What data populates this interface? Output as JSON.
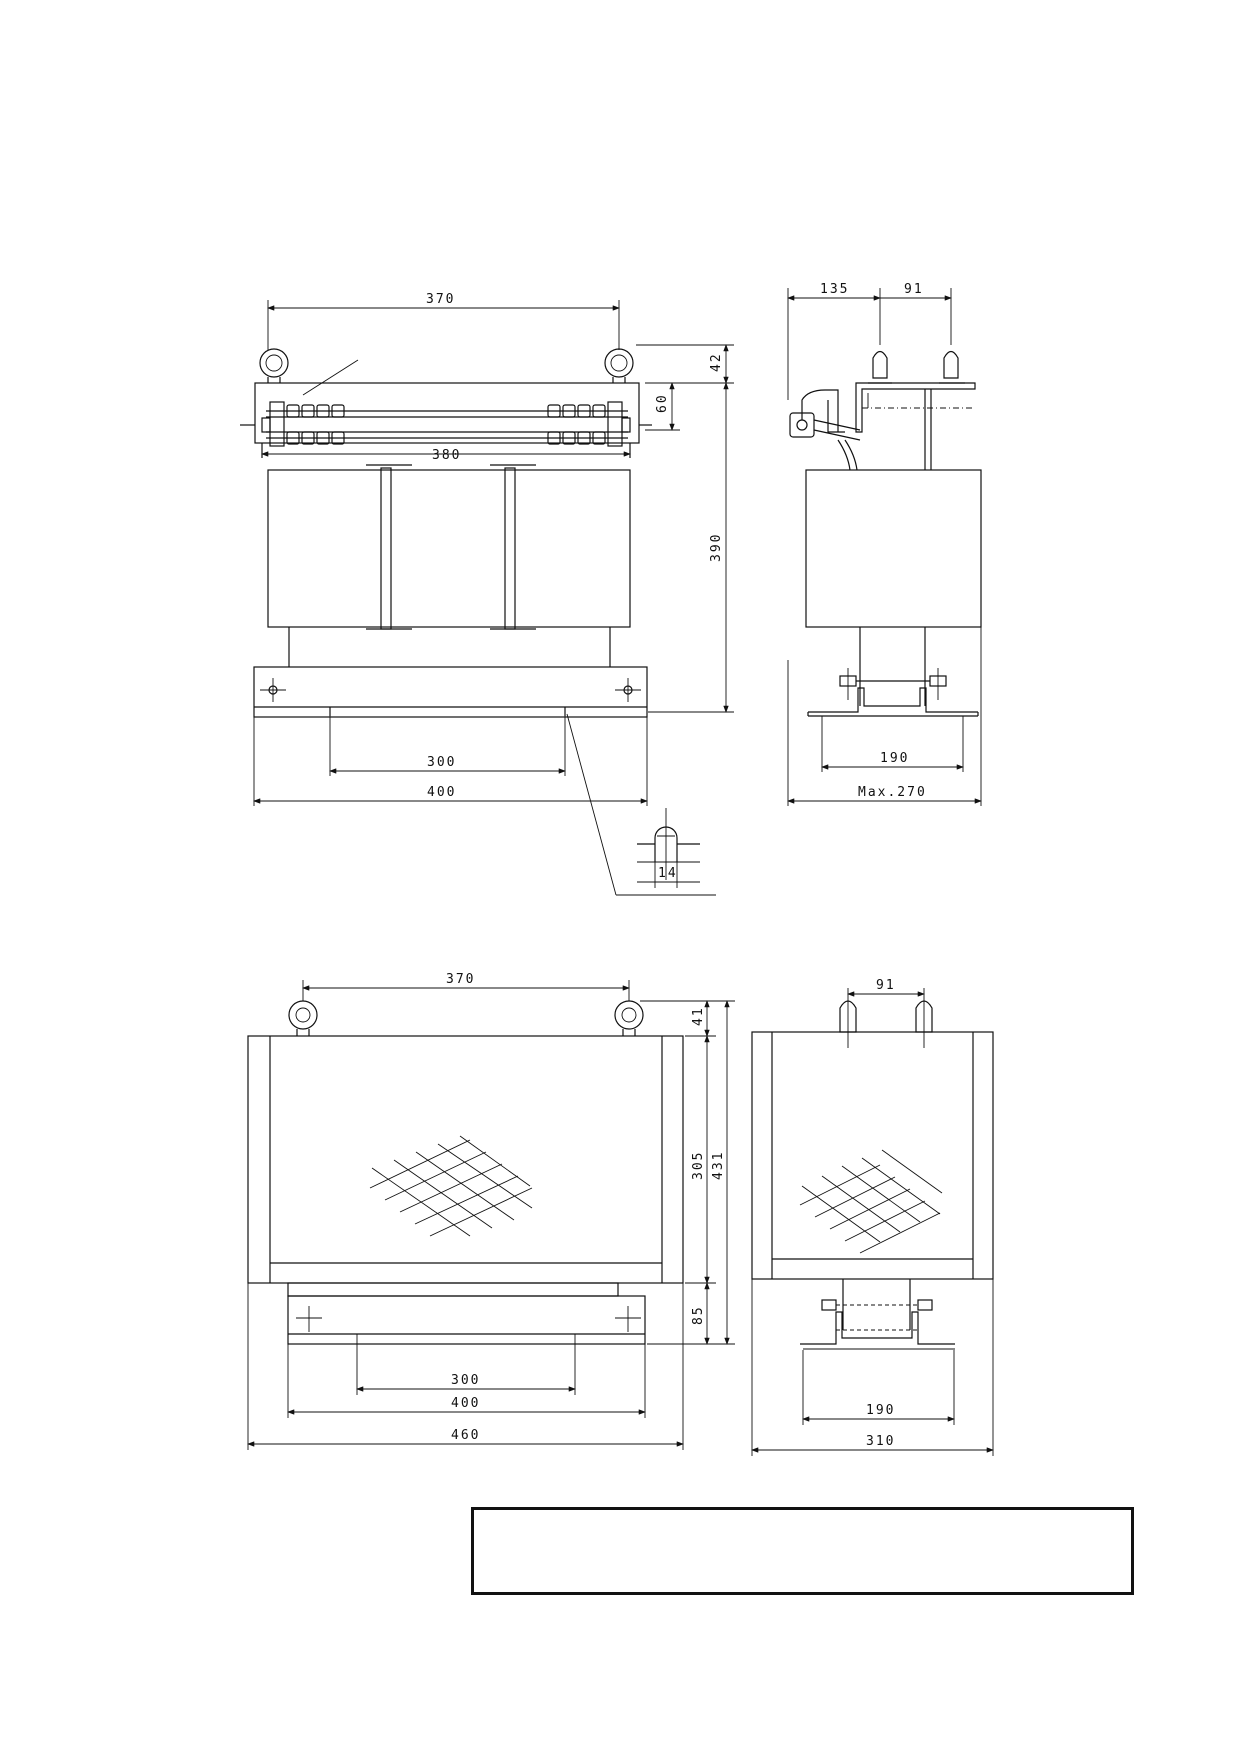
{
  "drawing": {
    "stroke_color": "#111111",
    "background": "#ffffff",
    "top_front_view": {
      "dim_lifting_eye_spacing": "370",
      "dim_terminal_rail_length": "380",
      "dim_mounting_hole_spacing": "300",
      "dim_base_length": "400",
      "dim_eye_height": "42",
      "dim_terminal_height": "60",
      "dim_total_height": "390",
      "dim_slot_width": "14"
    },
    "top_side_view": {
      "dim_terminal_offset": "135",
      "dim_terminal_spacing": "91",
      "dim_mounting_hole_spacing": "190",
      "dim_max_width": "Max.270"
    },
    "bottom_front_view": {
      "dim_lifting_eye_spacing": "370",
      "dim_eye_height": "41",
      "dim_body_height": "305",
      "dim_total_height": "431",
      "dim_base_height": "85",
      "dim_mounting_hole_spacing": "300",
      "dim_base_length": "400",
      "dim_overall_length": "460"
    },
    "bottom_side_view": {
      "dim_terminal_spacing": "91",
      "dim_mounting_hole_spacing": "190",
      "dim_overall_width": "310"
    }
  },
  "title_block": {
    "text": ""
  }
}
